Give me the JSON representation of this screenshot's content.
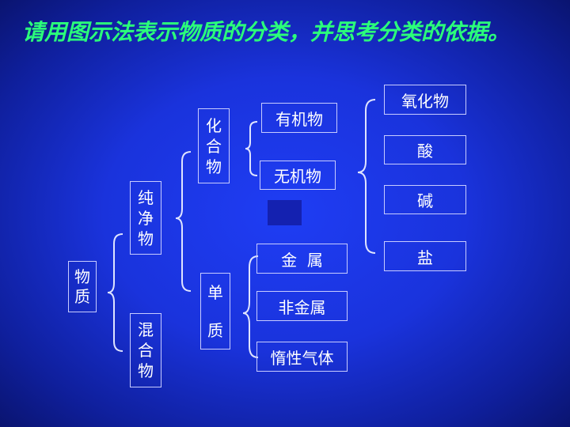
{
  "title": "请用图示法表示物质的分类，并思考分类的依据。",
  "nodes": {
    "substance": "物质",
    "pure": "纯净物",
    "mixture": "混合物",
    "compound": "化合物",
    "element": "单质",
    "organic": "有机物",
    "inorganic": "无机物",
    "oxide": "氧化物",
    "acid": "酸",
    "base": "碱",
    "salt": "盐",
    "metal": "金  属",
    "nonmetal": "非金属",
    "noble_gas": "惰性气体"
  },
  "colors": {
    "title": "#2bff7a",
    "text": "#ffffff",
    "background": "#1a33dc"
  }
}
